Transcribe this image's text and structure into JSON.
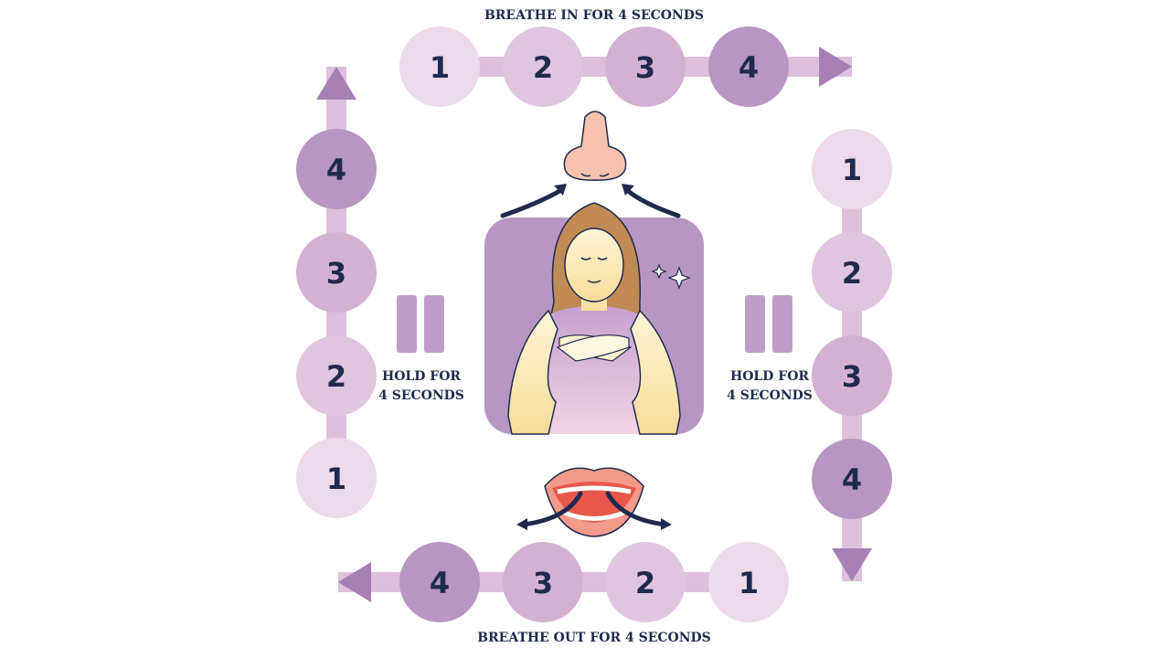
{
  "labels": {
    "top": "BREATHE IN FOR 4 SECONDS",
    "bottom": "BREATHE OUT FOR 4 SECONDS",
    "left_line1": "HOLD FOR",
    "left_line2": "4 SECONDS",
    "right_line1": "HOLD FOR",
    "right_line2": "4 SECONDS"
  },
  "steps": [
    "1",
    "2",
    "3",
    "4"
  ],
  "colors": {
    "step_1": "#ecd9ea",
    "step_2": "#e0c5e0",
    "step_3": "#d3b1d3",
    "step_4": "#b896c2",
    "arrow": "#a67fb5",
    "pause": "#c09dc9",
    "panel": "#b896c2",
    "text": "#1f2a4d"
  },
  "sequences": [
    {
      "name": "breathe-in",
      "direction": "right"
    },
    {
      "name": "hold-right",
      "direction": "down"
    },
    {
      "name": "breathe-out",
      "direction": "left"
    },
    {
      "name": "hold-left",
      "direction": "up"
    }
  ],
  "icons": [
    "nose-icon",
    "mouth-icon",
    "woman-breathing-illustration",
    "pause-icon",
    "sparkle-icon",
    "curved-arrow-icon"
  ]
}
